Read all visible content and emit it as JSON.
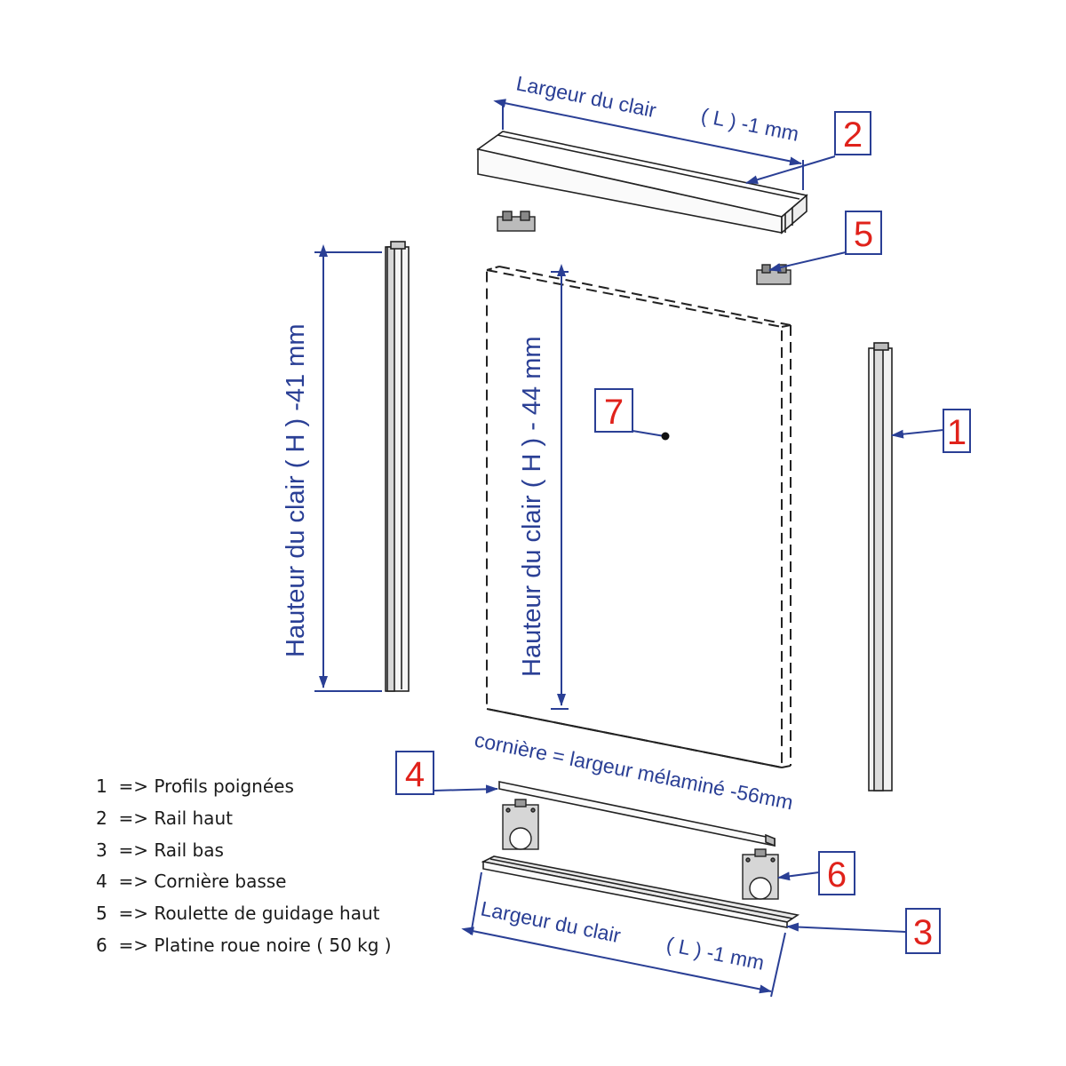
{
  "colors": {
    "dimension": "#2a3f95",
    "callout_number": "#e0221b",
    "part_line": "#222222"
  },
  "dimensions": {
    "top_rail_label": "Largeur du clair",
    "top_rail_value": "( L ) -1 mm",
    "left_profile_label": "Hauteur du clair   ( H ) -41 mm",
    "panel_label": "Hauteur du clair   ( H ) - 44 mm",
    "angle_label": "cornière = largeur mélaminé -56mm",
    "bottom_rail_label": "Largeur du clair",
    "bottom_rail_value": "( L ) -1 mm"
  },
  "callouts": [
    {
      "number": "1"
    },
    {
      "number": "2"
    },
    {
      "number": "3"
    },
    {
      "number": "4"
    },
    {
      "number": "5"
    },
    {
      "number": "6"
    },
    {
      "number": "7"
    }
  ],
  "legend": [
    {
      "number": "1",
      "text": "=> Profils poignées"
    },
    {
      "number": "2",
      "text": "=> Rail haut"
    },
    {
      "number": "3",
      "text": "=> Rail bas"
    },
    {
      "number": "4",
      "text": "=> Cornière basse"
    },
    {
      "number": "5",
      "text": "=> Roulette de guidage haut"
    },
    {
      "number": "6",
      "text": "=> Platine roue noire ( 50 kg )"
    }
  ]
}
